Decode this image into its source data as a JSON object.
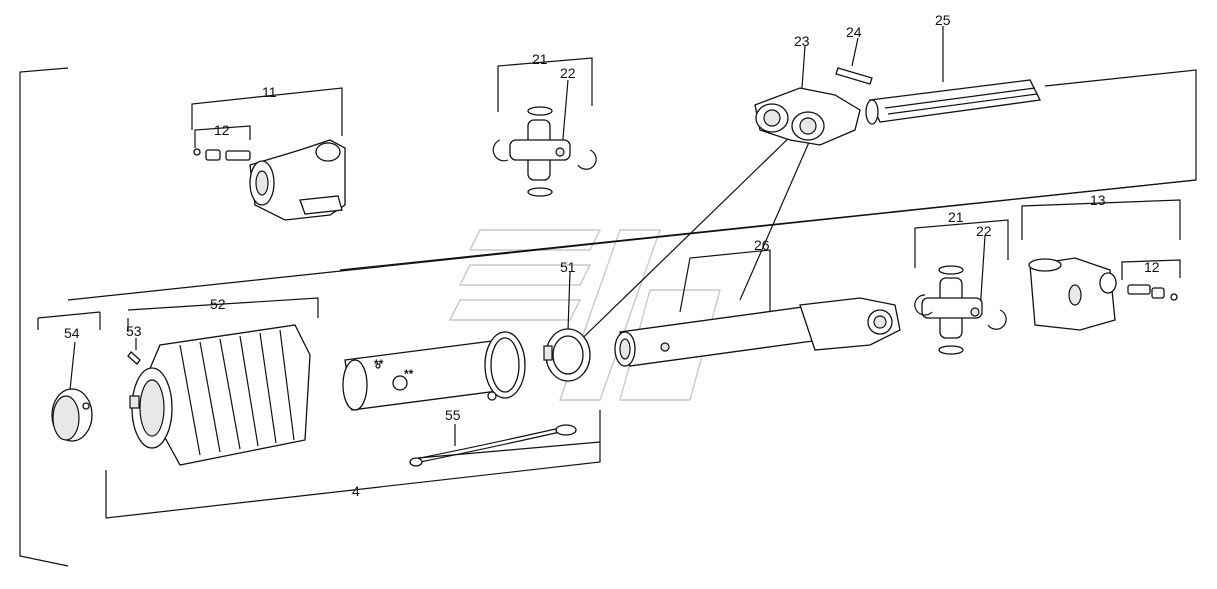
{
  "diagram": {
    "labels": {
      "p4": "4",
      "p11": "11",
      "p12a": "12",
      "p12b": "12",
      "p13": "13",
      "p21a": "21",
      "p21b": "21",
      "p22a": "22",
      "p22b": "22",
      "p23": "23",
      "p24": "24",
      "p25": "25",
      "p26": "26",
      "p51": "51",
      "p52": "52",
      "p53": "53",
      "p54": "54",
      "p55": "55"
    },
    "marks": {
      "star_a": "**",
      "star_b": "**"
    }
  }
}
